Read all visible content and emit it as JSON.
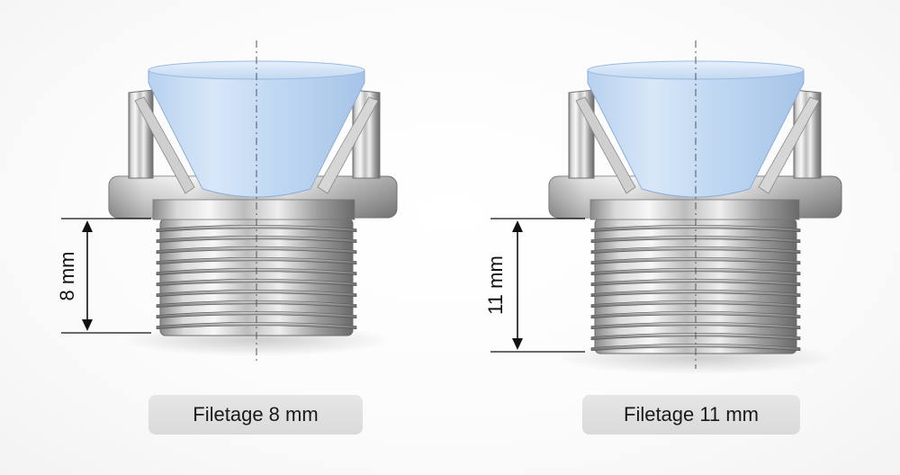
{
  "fittings": [
    {
      "thread_height_label": "8 mm",
      "caption": "Filetage 8 mm",
      "thread_length_mm": 8
    },
    {
      "thread_height_label": "11 mm",
      "caption": "Filetage 11 mm",
      "thread_length_mm": 11
    }
  ],
  "colors": {
    "metal_light": "#f2f2f2",
    "metal_mid": "#b9b9b9",
    "metal_dark": "#6e6e6e",
    "cone_blue": "#c7dcf3",
    "cone_blue_dark": "#a9c7ea",
    "dimension_line": "#111111",
    "pill_background": "#dedede"
  }
}
